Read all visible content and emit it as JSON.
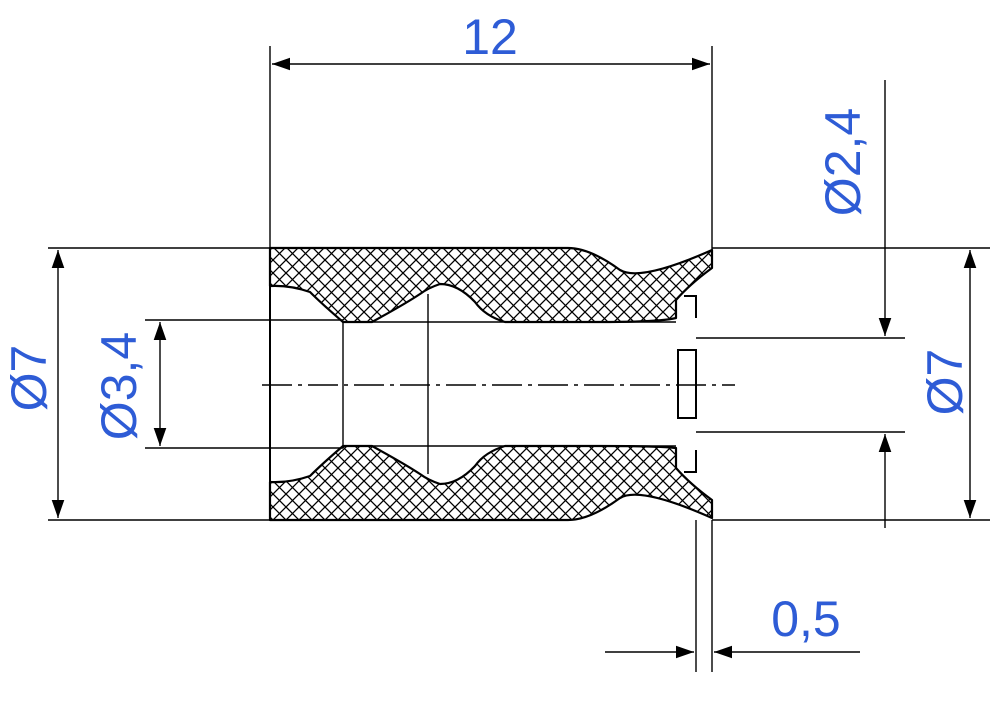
{
  "dimensions": {
    "overall_length": "12",
    "outer_diameter_left": "Ø7",
    "inner_diameter": "Ø3,4",
    "tip_diameter": "Ø2,4",
    "outer_diameter_right": "Ø7",
    "gap": "0,5"
  },
  "colors": {
    "dimension_text": "#2e5cd6",
    "lines": "#000000",
    "background": "#ffffff"
  }
}
